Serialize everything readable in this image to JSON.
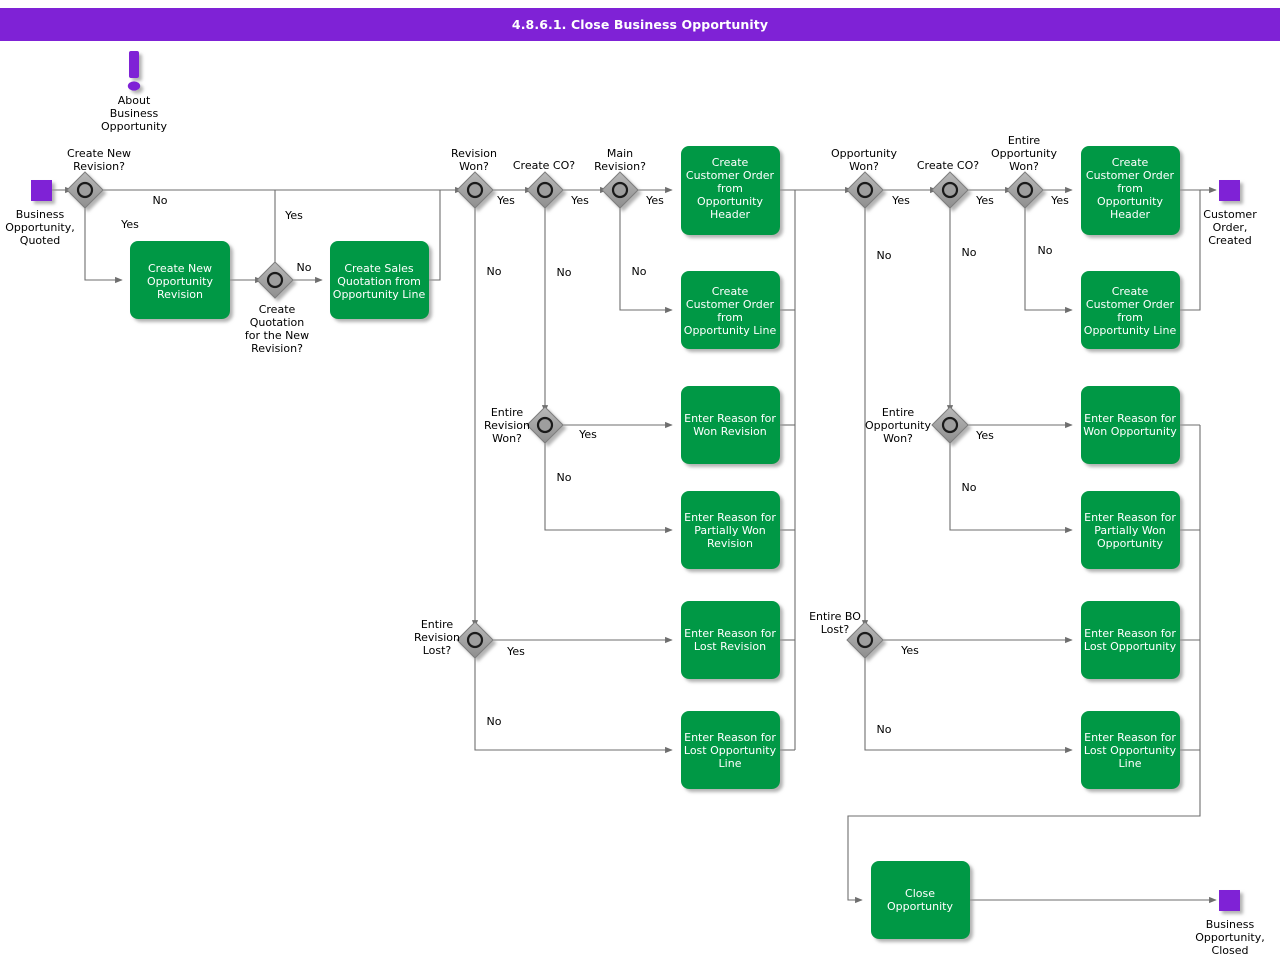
{
  "header": {
    "title": "4.8.6.1. Close Business Opportunity"
  },
  "colors": {
    "title_bar": "#7f22d6",
    "task_fill": "#009845",
    "event_fill": "#7f22d6",
    "gateway_fill": "#9e9e9e",
    "connector": "#6e6e6e",
    "task_text": "#ffffff",
    "label_text": "#000000"
  },
  "annotation": {
    "icon": "exclamation-icon",
    "label": "About\nBusiness\nOpportunity",
    "lines": [
      "About",
      "Business",
      "Opportunity"
    ]
  },
  "events": [
    {
      "id": "start",
      "name": "business-opportunity-quoted",
      "lines": [
        "Business",
        "Opportunity,",
        "Quoted"
      ]
    },
    {
      "id": "end-co",
      "name": "customer-order-created",
      "lines": [
        "Customer",
        "Order,",
        "Created"
      ]
    },
    {
      "id": "end-bo",
      "name": "business-opportunity-closed",
      "lines": [
        "Business",
        "Opportunity,",
        "Closed"
      ]
    }
  ],
  "gateways": [
    {
      "id": "g1",
      "name": "create-new-revision",
      "lines": [
        "Create New",
        "Revision?"
      ]
    },
    {
      "id": "g2",
      "name": "create-quotation-new-revision",
      "lines": [
        "Create",
        "Quotation",
        "for the New",
        "Revision?"
      ]
    },
    {
      "id": "g3",
      "name": "revision-won",
      "lines": [
        "Revision",
        "Won?"
      ]
    },
    {
      "id": "g4",
      "name": "create-co-revision",
      "lines": [
        "Create CO?"
      ]
    },
    {
      "id": "g5",
      "name": "main-revision",
      "lines": [
        "Main",
        "Revision?"
      ]
    },
    {
      "id": "g6",
      "name": "entire-revision-won",
      "lines": [
        "Entire",
        "Revision",
        "Won?"
      ]
    },
    {
      "id": "g7",
      "name": "entire-revision-lost",
      "lines": [
        "Entire",
        "Revision",
        "Lost?"
      ]
    },
    {
      "id": "g8",
      "name": "opportunity-won",
      "lines": [
        "Opportunity",
        "Won?"
      ]
    },
    {
      "id": "g9",
      "name": "create-co-opportunity",
      "lines": [
        "Create CO?"
      ]
    },
    {
      "id": "g10",
      "name": "entire-opportunity-won-top",
      "lines": [
        "Entire",
        "Opportunity",
        "Won?"
      ]
    },
    {
      "id": "g11",
      "name": "entire-opportunity-won-mid",
      "lines": [
        "Entire",
        "Opportunity",
        "Won?"
      ]
    },
    {
      "id": "g12",
      "name": "entire-bo-lost",
      "lines": [
        "Entire BO",
        "Lost?"
      ]
    }
  ],
  "tasks": [
    {
      "id": "t1",
      "name": "create-new-opportunity-revision",
      "lines": [
        "Create New",
        "Opportunity",
        "Revision"
      ]
    },
    {
      "id": "t2",
      "name": "create-sales-quotation-from-opportunity-line",
      "lines": [
        "Create Sales",
        "Quotation from",
        "Opportunity Line"
      ]
    },
    {
      "id": "t3",
      "name": "create-customer-order-from-opportunity-header-rev",
      "lines": [
        "Create",
        "Customer Order",
        "from",
        "Opportunity",
        "Header"
      ]
    },
    {
      "id": "t4",
      "name": "create-customer-order-from-opportunity-line-rev",
      "lines": [
        "Create",
        "Customer Order",
        "from",
        "Opportunity Line"
      ]
    },
    {
      "id": "t5",
      "name": "enter-reason-for-won-revision",
      "lines": [
        "Enter Reason for",
        "Won Revision"
      ]
    },
    {
      "id": "t6",
      "name": "enter-reason-for-partially-won-revision",
      "lines": [
        "Enter Reason for",
        "Partially Won",
        "Revision"
      ]
    },
    {
      "id": "t7",
      "name": "enter-reason-for-lost-revision",
      "lines": [
        "Enter Reason for",
        "Lost Revision"
      ]
    },
    {
      "id": "t8",
      "name": "enter-reason-for-lost-opportunity-line-rev",
      "lines": [
        "Enter Reason for",
        "Lost Opportunity",
        "Line"
      ]
    },
    {
      "id": "t9",
      "name": "create-customer-order-from-opportunity-header-opp",
      "lines": [
        "Create",
        "Customer Order",
        "from",
        "Opportunity",
        "Header"
      ]
    },
    {
      "id": "t10",
      "name": "create-customer-order-from-opportunity-line-opp",
      "lines": [
        "Create",
        "Customer Order",
        "from",
        "Opportunity Line"
      ]
    },
    {
      "id": "t11",
      "name": "enter-reason-for-won-opportunity",
      "lines": [
        "Enter Reason for",
        "Won Opportunity"
      ]
    },
    {
      "id": "t12",
      "name": "enter-reason-for-partially-won-opportunity",
      "lines": [
        "Enter Reason for",
        "Partially Won",
        "Opportunity"
      ]
    },
    {
      "id": "t13",
      "name": "enter-reason-for-lost-opportunity",
      "lines": [
        "Enter Reason for",
        "Lost Opportunity"
      ]
    },
    {
      "id": "t14",
      "name": "enter-reason-for-lost-opportunity-line-opp",
      "lines": [
        "Enter Reason for",
        "Lost Opportunity",
        "Line"
      ]
    },
    {
      "id": "t15",
      "name": "close-opportunity",
      "lines": [
        "Close",
        "Opportunity"
      ]
    }
  ],
  "edge_labels": {
    "g1_no": "No",
    "g1_yes": "Yes",
    "g2_yes": "Yes",
    "g2_no": "No",
    "g3_yes": "Yes",
    "g3_no": "No",
    "g4_yes": "Yes",
    "g4_no": "No",
    "g5_yes": "Yes",
    "g5_no": "No",
    "g6_yes": "Yes",
    "g6_no": "No",
    "g7_yes": "Yes",
    "g7_no": "No",
    "g8_yes": "Yes",
    "g8_no": "No",
    "g9_yes": "Yes",
    "g9_no": "No",
    "g10_yes": "Yes",
    "g10_no": "No",
    "g11_yes": "Yes",
    "g11_no": "No",
    "g12_yes": "Yes",
    "g12_no": "No"
  }
}
